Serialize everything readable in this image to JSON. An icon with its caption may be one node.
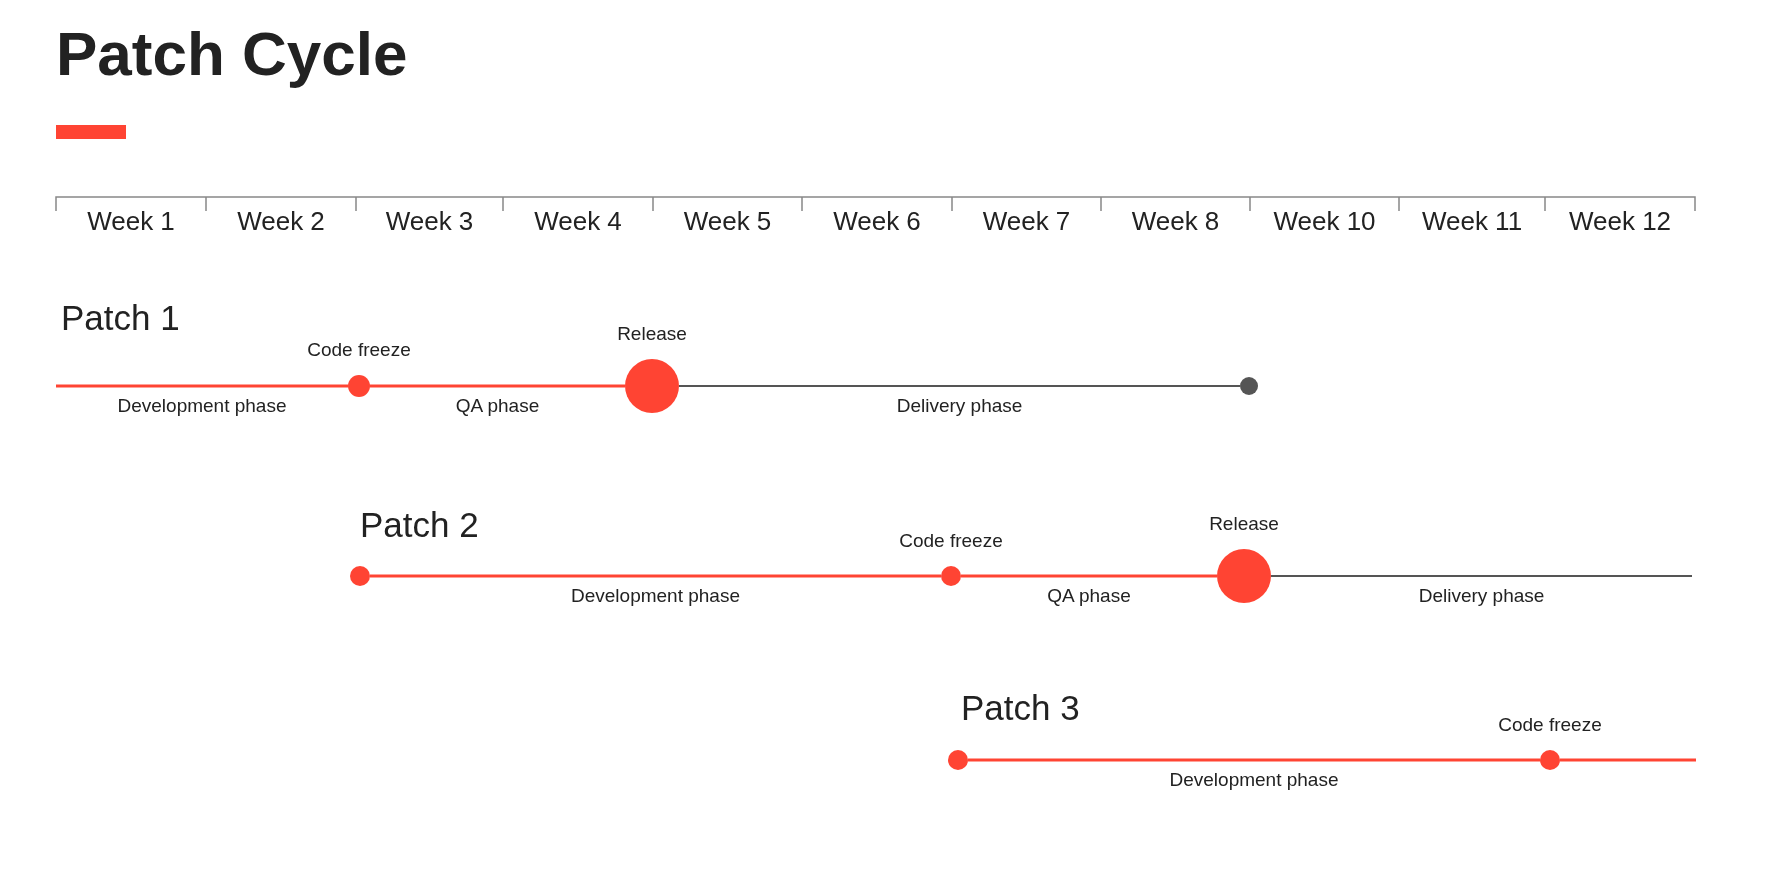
{
  "diagram": {
    "title": "Patch Cycle",
    "nodes": [
      {
        "text": [],
        "shape": "circle",
        "beside": [
          "Code freeze"
        ]
      },
      {
        "text": [],
        "shape": "circle",
        "beside": [
          "Release"
        ]
      },
      {
        "text": [],
        "shape": "circle"
      },
      {
        "text": [],
        "shape": "circle"
      },
      {
        "text": [],
        "shape": "circle",
        "beside": [
          "Code freeze"
        ]
      },
      {
        "text": [],
        "shape": "circle",
        "beside": [
          "Release"
        ]
      },
      {
        "text": [],
        "shape": "circle"
      },
      {
        "text": [],
        "shape": "circle",
        "beside": [
          "Code freeze"
        ]
      }
    ],
    "edges": [
      {
        "from": null,
        "to": 0,
        "arrow": "none",
        "label": "Development phase"
      },
      {
        "from": 0,
        "to": 1,
        "arrow": "none",
        "label": "QA phase"
      },
      {
        "from": 1,
        "to": 2,
        "arrow": "none",
        "label": "Delivery phase",
        "color": "#555555"
      },
      {
        "from": 3,
        "to": 4,
        "arrow": "none",
        "label": "Development phase"
      },
      {
        "from": 4,
        "to": 5,
        "arrow": "none",
        "label": "QA phase"
      },
      {
        "from": 5,
        "to": null,
        "arrow": "none",
        "label": "Delivery phase",
        "color": "#555555"
      },
      {
        "from": 6,
        "to": 7,
        "arrow": "none",
        "label": "Development phase"
      },
      {
        "from": 7,
        "to": null,
        "arrow": "none"
      }
    ],
    "labels": [
      "Week 1",
      "Week 2",
      "Week 3",
      "Week 4",
      "Week 5",
      "Week 6",
      "Week 7",
      "Week 8",
      "Week 10",
      "Week 11",
      "Week 12",
      "Patch 1",
      "Patch 2",
      "Patch 3"
    ]
  }
}
